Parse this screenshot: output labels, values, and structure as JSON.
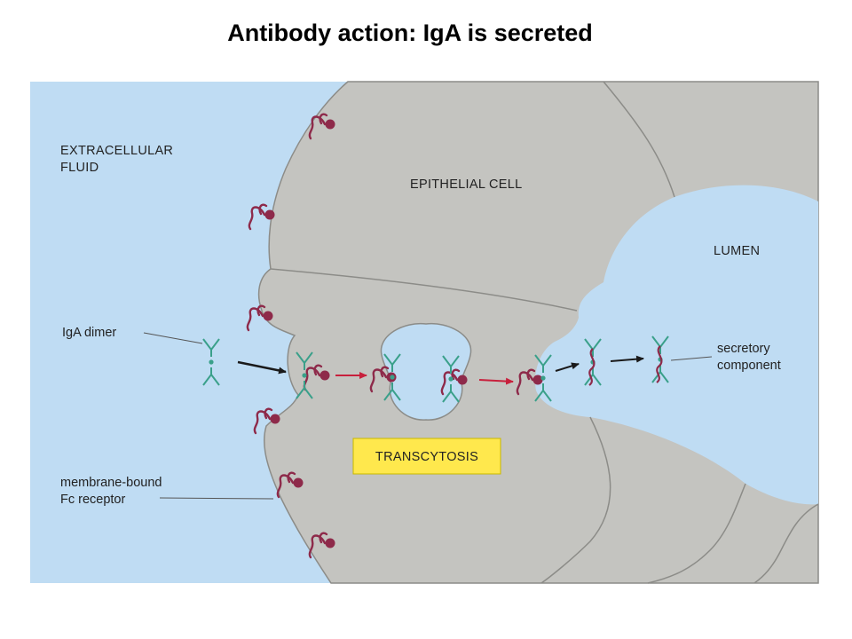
{
  "title": "Antibody action: IgA is secreted",
  "labels": {
    "extracellular_line1": "EXTRACELLULAR",
    "extracellular_line2": "FLUID",
    "epithelial_cell": "EPITHELIAL CELL",
    "lumen": "LUMEN",
    "iga_dimer": "IgA dimer",
    "secretory_line1": "secretory",
    "secretory_line2": "component",
    "transcytosis": "TRANSCYTOSIS",
    "membrane_line1": "membrane-bound",
    "membrane_line2": "Fc receptor"
  },
  "colors": {
    "fluid": "#bfdcf3",
    "cell": "#c4c4c0",
    "cell_outline": "#8c8c88",
    "receptor": "#8e2a4a",
    "antibody": "#3aa08a",
    "transcytosis_box": "#ffe84d",
    "arrow_dark": "#1a1a1a",
    "arrow_red": "#c8203c"
  }
}
